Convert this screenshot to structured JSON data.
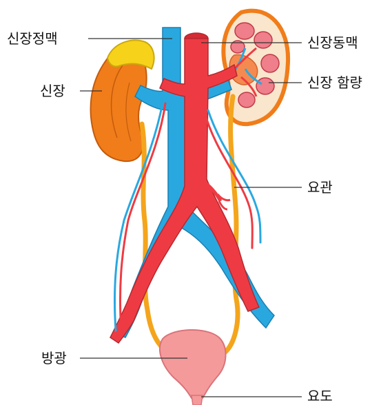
{
  "labels": {
    "renal_vein": "신장정맥",
    "renal_artery": "신장동맥",
    "kidney": "신장",
    "renal_pelvis": "신장 함량",
    "ureter": "요관",
    "bladder": "방광",
    "urethra": "요도"
  },
  "colors": {
    "vein": "#29a8e0",
    "artery": "#ee3b43",
    "kidney": "#f07d1a",
    "adrenal": "#f7d21a",
    "ureter": "#f4a51c",
    "bladder": "#f59a9b",
    "leader_line": "#333333"
  }
}
